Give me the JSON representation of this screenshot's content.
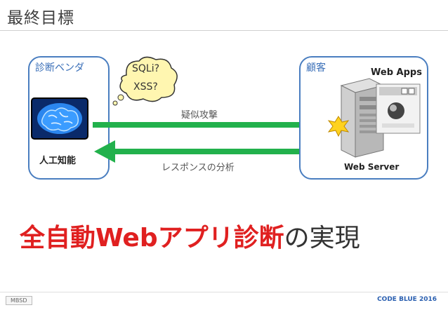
{
  "slide": {
    "title": "最終目標",
    "vendor_label": "診断ベンダ",
    "customer_label": "顧客",
    "ai_label": "人工知能",
    "bubble_lines": [
      "SQLi?",
      "XSS?"
    ],
    "attack_label": "疑似攻撃",
    "response_label": "レスポンスの分析",
    "web_apps_label": "Web Apps",
    "web_server_label": "Web Server",
    "headline": {
      "red_part": "全自動Webアプリ診断",
      "dark_part": "の実現"
    },
    "footer_badge": "MBSD",
    "footer_brand": "CODE BLUE 2016"
  },
  "colors": {
    "panel_border": "#4a7ec0",
    "arrow_green": "#22b14c",
    "headline_red": "#e02020",
    "brain_blue": "#1e6fd9"
  },
  "icons": [
    "brain-icon",
    "thought-bubble-icon",
    "server-icon",
    "app-window-icon",
    "starburst-icon"
  ]
}
